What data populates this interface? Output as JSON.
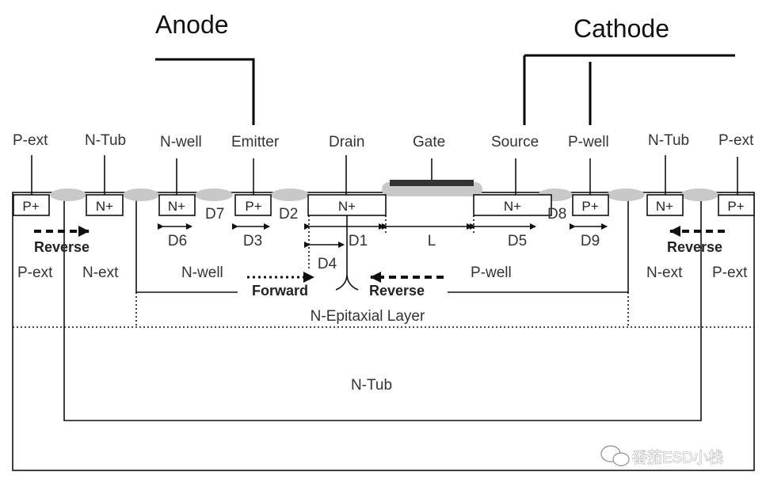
{
  "terminals": {
    "anode": "Anode",
    "cathode": "Cathode"
  },
  "regions_top": {
    "p_ext_left": "P-ext",
    "n_tub_left": "N-Tub",
    "n_well": "N-well",
    "emitter": "Emitter",
    "drain": "Drain",
    "gate": "Gate",
    "source": "Source",
    "p_well": "P-well",
    "n_tub_right": "N-Tub",
    "p_ext_right": "P-ext"
  },
  "diffusions": {
    "p_plus_left": "P+",
    "n_plus_left": "N+",
    "n_plus_nwell": "N+",
    "p_plus_emitter": "P+",
    "n_plus_drain": "N+",
    "n_plus_source": "N+",
    "p_plus_pwell": "P+",
    "n_plus_right": "N+",
    "p_plus_right": "P+"
  },
  "dimensions": {
    "d1": "D1",
    "d2": "D2",
    "d3": "D3",
    "d4": "D4",
    "d5": "D5",
    "d6": "D6",
    "d7": "D7",
    "d8": "D8",
    "d9": "D9",
    "l": "L"
  },
  "currents": {
    "reverse_left": "Reverse",
    "forward": "Forward",
    "reverse_center": "Reverse",
    "reverse_right": "Reverse"
  },
  "inner_regions": {
    "p_ext_left": "P-ext",
    "n_ext_left": "N-ext",
    "n_well": "N-well",
    "p_well": "P-well",
    "n_ext_right": "N-ext",
    "p_ext_right": "P-ext"
  },
  "layers": {
    "epitaxial": "N-Epitaxial Layer",
    "n_tub": "N-Tub"
  },
  "watermark": "番茄ESD小栈"
}
